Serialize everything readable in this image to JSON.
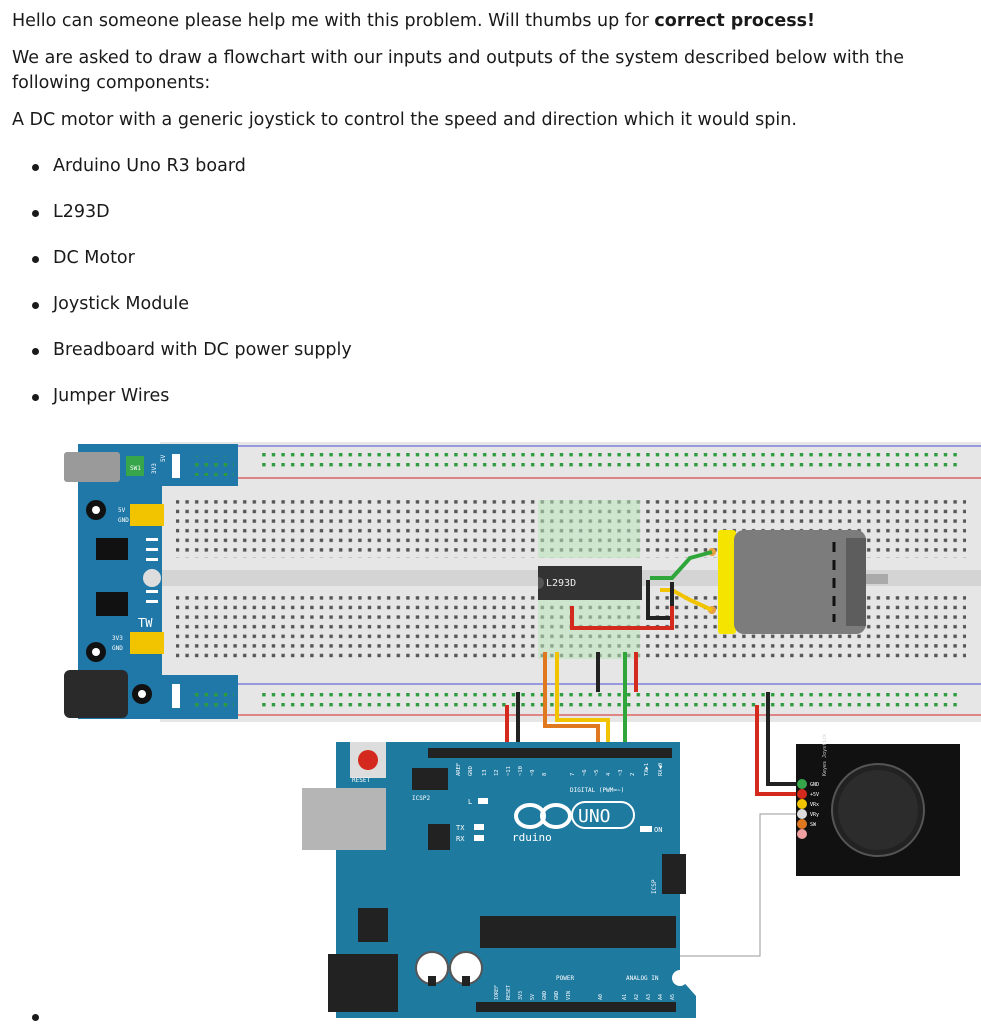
{
  "question": {
    "intro_plain": "Hello can someone please help me with this problem. Will thumbs up for ",
    "intro_bold": "correct process!",
    "ask": "We are asked to draw a flowchart with our inputs and outputs of the system described below with the following components:",
    "description": "A DC motor with a generic joystick to control the speed and direction which it would spin."
  },
  "components": [
    "Arduino Uno R3 board",
    "L293D",
    "DC Motor",
    "Joystick Module",
    "Breadboard with DC power supply",
    "Jumper Wires"
  ],
  "circuit": {
    "chip_label": "L293D",
    "power_module_labels": {
      "sw": "SW1",
      "v33_top": "3V3",
      "v5_top": "5V",
      "v5_left": "5V",
      "gnd_left": "GND",
      "v33_left": "3V3",
      "gnd_left2": "GND",
      "tw": "TW"
    },
    "arduino_labels": {
      "reset": "RESET",
      "icsp2": "ICSP2",
      "aref": "AREF",
      "gnd": "GND",
      "pin13": "13",
      "pin12": "12",
      "pin11": "~11",
      "pin10": "~10",
      "pin9": "~9",
      "pin8": "8",
      "pin7": "7",
      "pin6": "~6",
      "pin5": "~5",
      "pin4": "4",
      "pin3": "~3",
      "pin2": "2",
      "tx1": "TX▶1",
      "rx0": "RX◀0",
      "digital": "DIGITAL (PWM=~)",
      "l": "L",
      "tx": "TX",
      "rx": "RX",
      "on": "ON",
      "logo_text": "rduino",
      "uno": "UNO",
      "icsp": "ICSP",
      "power": "POWER",
      "analog_in": "ANALOG IN",
      "ioref": "IOREF",
      "reset_pin": "RESET",
      "v33": "3V3",
      "v5": "5V",
      "gnd1": "GND",
      "gnd2": "GND",
      "vin": "VIN",
      "a0": "A0",
      "a1": "A1",
      "a2": "A2",
      "a3": "A3",
      "a4": "A4",
      "a5": "A5"
    },
    "joystick_pins": [
      "GND",
      "+5V",
      "VRx",
      "VRy",
      "SW"
    ],
    "joystick_side_label": "Keyes Joystick"
  }
}
